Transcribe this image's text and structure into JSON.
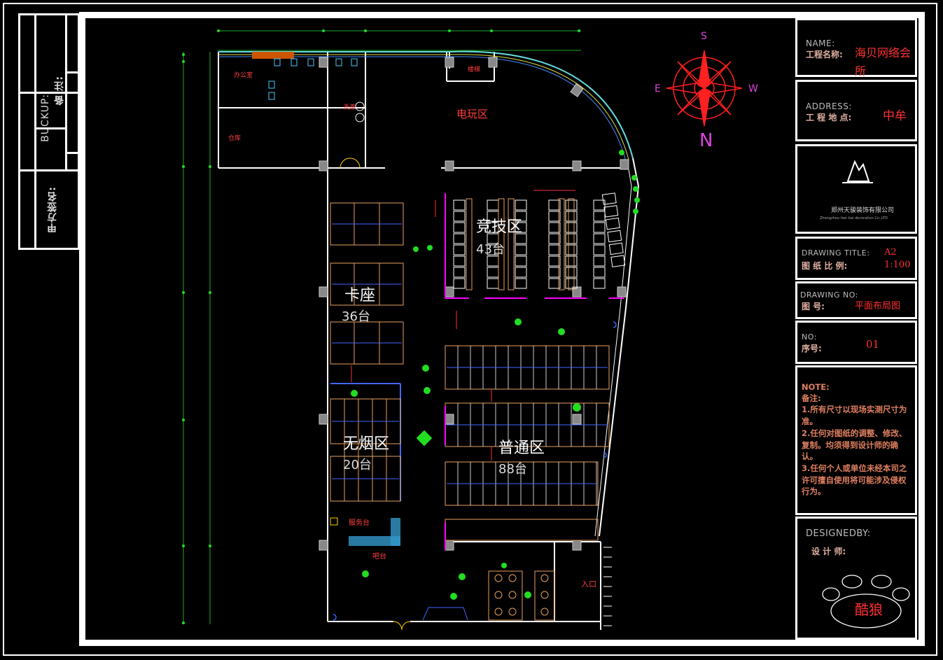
{
  "sidebar": {
    "buckup_label": "BUCKUP:",
    "remark_label": "备  注:",
    "client_sign_label": "甲方签名:"
  },
  "title_block": {
    "name_en": "NAME:",
    "name_cn": "工程名称:",
    "name_value": "海贝网络会所",
    "address_en": "ADDRESS:",
    "address_cn": "工 程 地 点:",
    "address_value": "中牟",
    "company_name": "郑州天骏装饰有限公司",
    "company_name_en": "Zhengzhou tian bai decoration Co.,LTD",
    "drawing_title_en": "DRAWING TITLE:",
    "drawing_title_cn": "图 纸 比 例:",
    "drawing_size": "A2",
    "drawing_scale": "1:100",
    "drawing_no_en": "DRAWING NO:",
    "drawing_no_cn": "图 号:",
    "drawing_no_value": "平面布局图",
    "no_en": "NO:",
    "no_cn": "序号:",
    "no_value": "01",
    "note_en": "NOTE:",
    "note_cn": "备注:",
    "notes": [
      "1.所有尺寸以现场实测尺寸为准。",
      "2.任何对图纸的调整、修改、复制。均须得到设计师的确认。",
      "3.任何个人或单位未经本司之许可擅自使用将可能涉及侵权行为。"
    ],
    "designed_by_en": "DESIGNEDBY:",
    "designer_cn": "设   计   师:",
    "designer_logo_text": "酷狼"
  },
  "compass": {
    "north": "N",
    "south": "S",
    "east": "E",
    "west": "W"
  },
  "floor_plan": {
    "zones": [
      {
        "name": "竞技区",
        "count": "43台"
      },
      {
        "name": "卡座",
        "count": "36台"
      },
      {
        "name": "无烟区",
        "count": "20台"
      },
      {
        "name": "普通区",
        "count": "88台"
      }
    ],
    "rooms": {
      "arcade": "电玩区",
      "office": "办公室",
      "storage": "仓库",
      "washroom": "洗漱",
      "bar": "吧台",
      "bar_sign": "服务台",
      "stairs": "楼梯",
      "entry": "入口"
    }
  },
  "colors": {
    "frame": "#ffffff",
    "wall": "#ffffff",
    "desk": "#e8a060",
    "chair": "#ffffff",
    "accent_magenta": "#ff00ff",
    "accent_red": "#ff3030",
    "plant": "#22dd22",
    "column": "#888888"
  }
}
